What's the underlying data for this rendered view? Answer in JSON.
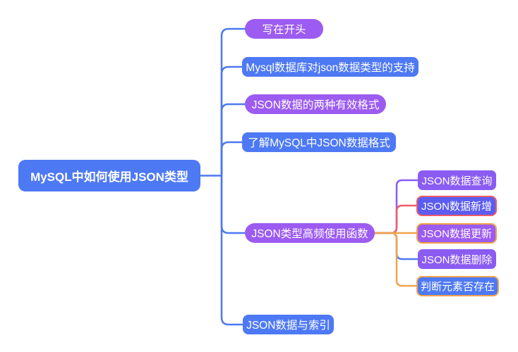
{
  "colors": {
    "node-blue": "#4e79f4",
    "node-purple": "#9c5bf1",
    "node-violet": "#8b5cf2",
    "node-indigo": "#5b5cf0",
    "line-blue": "#4d79f0",
    "line-purple": "#8b5cf2",
    "line-red": "#ee5c68",
    "line-orange": "#f0a24c",
    "text": "#ffffff"
  },
  "root": {
    "label": "MySQL中如何使用JSON类型"
  },
  "branches": [
    {
      "label": "写在开头"
    },
    {
      "label": "Mysql数据库对json数据类型的支持"
    },
    {
      "label": "JSON数据的两种有效格式"
    },
    {
      "label": "了解MySQL中JSON数据格式"
    },
    {
      "label": "JSON类型高频使用函数"
    },
    {
      "label": "JSON数据与索引"
    }
  ],
  "sub_branches": [
    {
      "label": "JSON数据查询"
    },
    {
      "label": "JSON数据新增"
    },
    {
      "label": "JSON数据更新"
    },
    {
      "label": "JSON数据删除"
    },
    {
      "label": "判断元素否存在"
    }
  ]
}
